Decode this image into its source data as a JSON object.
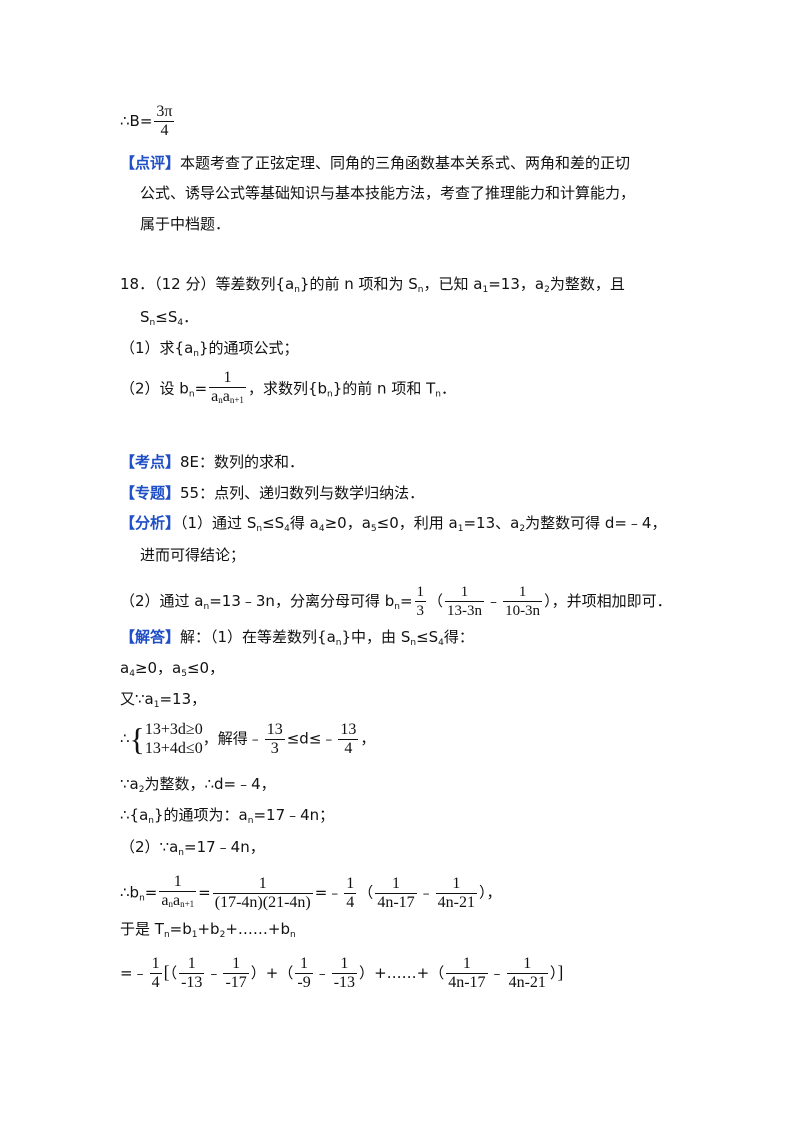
{
  "s1": {
    "therefore": "∴B=",
    "b_num": "3π",
    "b_den": "4"
  },
  "comment": {
    "tag": "【点评】",
    "line1": "本题考查了正弦定理、同角的三角函数基本关系式、两角和差的正切",
    "line2": "公式、诱导公式等基础知识与基本技能方法，考查了推理能力和计算能力，",
    "line3": "属于中档题．"
  },
  "q18": {
    "head": "18．（12 分）等差数列{a",
    "n": "n",
    "mid": "}的前 n 项和为 S",
    "mid2": "，已知 a",
    "one": "1",
    "eq13": "=13，a",
    "two": "2",
    "tail": "为整数，且",
    "line2_a": "S",
    "line2_b": "≤S",
    "four": "4",
    "line2_end": "．",
    "p1_a": "（1）求{a",
    "p1_b": "}的通项公式；",
    "p2_a": "（2）设 b",
    "p2_eq": "=",
    "p2_num": "1",
    "p2_den_a": "a",
    "p2_den_b": "a",
    "p2_den_sub2": "n+1",
    "p2_b": "，求数列{b",
    "p2_c": "}的前 n 项和 T",
    "p2_end": "．"
  },
  "kaodian": {
    "tag": "【考点】",
    "text": "8E：数列的求和．"
  },
  "zhuanti": {
    "tag": "【专题】",
    "text": "55：点列、递归数列与数学归纳法．"
  },
  "fenxi": {
    "tag": "【分析】",
    "l1_a": "（1）通过 S",
    "l1_b": "≤S",
    "l1_c": "得 a",
    "l1_d": "≥0，a",
    "five": "5",
    "l1_e": "≤0，利用 a",
    "l1_f": "=13、a",
    "l1_g": "为整数可得 d=﹣4，",
    "l2": "进而可得结论；",
    "l3_a": "（2）通过 a",
    "l3_b": "=13﹣3n，分离分母可得 b",
    "l3_c": "=",
    "f1_num": "1",
    "f1_den": "3",
    "lp": "（",
    "f2_num": "1",
    "f2_den": "13-3n",
    "minus": "﹣",
    "f3_num": "1",
    "f3_den": "10-3n",
    "l3_d": "），并项相加即可．"
  },
  "jieda": {
    "tag": "【解答】",
    "l1_a": "解：（1）在等差数列{a",
    "l1_b": "}中，由 S",
    "l1_c": "≤S",
    "l1_d": "得：",
    "l2_a": "a",
    "l2_b": "≥0，a",
    "l2_c": "≤0，",
    "l3_a": "又∵a",
    "l3_b": "=13，",
    "l4_therefore": "∴",
    "sys1": "13+3d≥0",
    "sys2": "13+4d≤0",
    "l4_mid": "，解得﹣",
    "g1_num": "13",
    "g1_den": "3",
    "l4_le": "≤d≤﹣",
    "g2_num": "13",
    "g2_den": "4",
    "l4_end": "，",
    "l5_a": "∵a",
    "l5_b": "为整数，∴d=﹣4，",
    "l6_a": "∴{a",
    "l6_b": "}的通项为：a",
    "l6_c": "=17﹣4n；",
    "l7_a": "（2）∵a",
    "l7_b": "=17﹣4n，",
    "l8_a": "∴b",
    "l8_eq": "=",
    "h1_num": "1",
    "h1_den_a": "a",
    "h1_den_b": "a",
    "h1_sub2": "n+1",
    "l8_eq2": "=",
    "h2_num": "1",
    "h2_den": "(17-4n)(21-4n)",
    "l8_eq3": "=﹣",
    "h3_num": "1",
    "h3_den": "4",
    "lp": "（",
    "h4_num": "1",
    "h4_den": "4n-17",
    "minus": "﹣",
    "h5_num": "1",
    "h5_den": "4n-21",
    "l8_end": "），",
    "l9_a": "于是 T",
    "l9_b": "=b",
    "l9_c": "+b",
    "l9_d": "+……+b",
    "l10_a": "=﹣",
    "k1_num": "1",
    "k1_den": "4",
    "lb": "[",
    "k2_num": "1",
    "k2_den": "-13",
    "k3_num": "1",
    "k3_den": "-17",
    "plus": "+",
    "k4_num": "1",
    "k4_den": "-9",
    "k5_num": "1",
    "k5_den": "-13",
    "dots": "+……+",
    "k6_num": "1",
    "k6_den": "4n-17",
    "k7_num": "1",
    "k7_den": "4n-21",
    "rb": "]",
    "rp": "）"
  }
}
